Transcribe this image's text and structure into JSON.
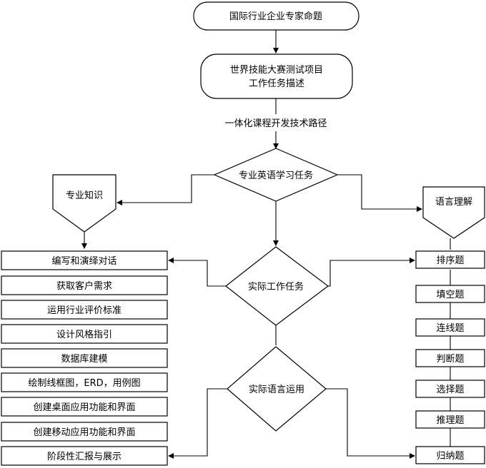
{
  "top": {
    "proposition": "国际行业企业专家命题",
    "task_line1": "世界技能大赛测试项目",
    "task_line2": "工作任务描述",
    "path_label": "一体化课程开发技术路径"
  },
  "decisions": {
    "english_task": "专业英语学习任务",
    "real_work": "实际工作任务",
    "real_language": "实际语言运用"
  },
  "side": {
    "knowledge": "专业知识",
    "comprehension": "语言理解"
  },
  "left_items": [
    "编写和演绎对话",
    "获取客户需求",
    "运用行业评价标准",
    "设计风格指引",
    "数据库建模",
    "绘制线框图，ERD，用例图",
    "创建桌面应用功能和界面",
    "创建移动应用功能和界面",
    "阶段性汇报与展示"
  ],
  "right_items": [
    "排序题",
    "填空题",
    "连线题",
    "判断题",
    "选择题",
    "推理题",
    "归纳题"
  ]
}
